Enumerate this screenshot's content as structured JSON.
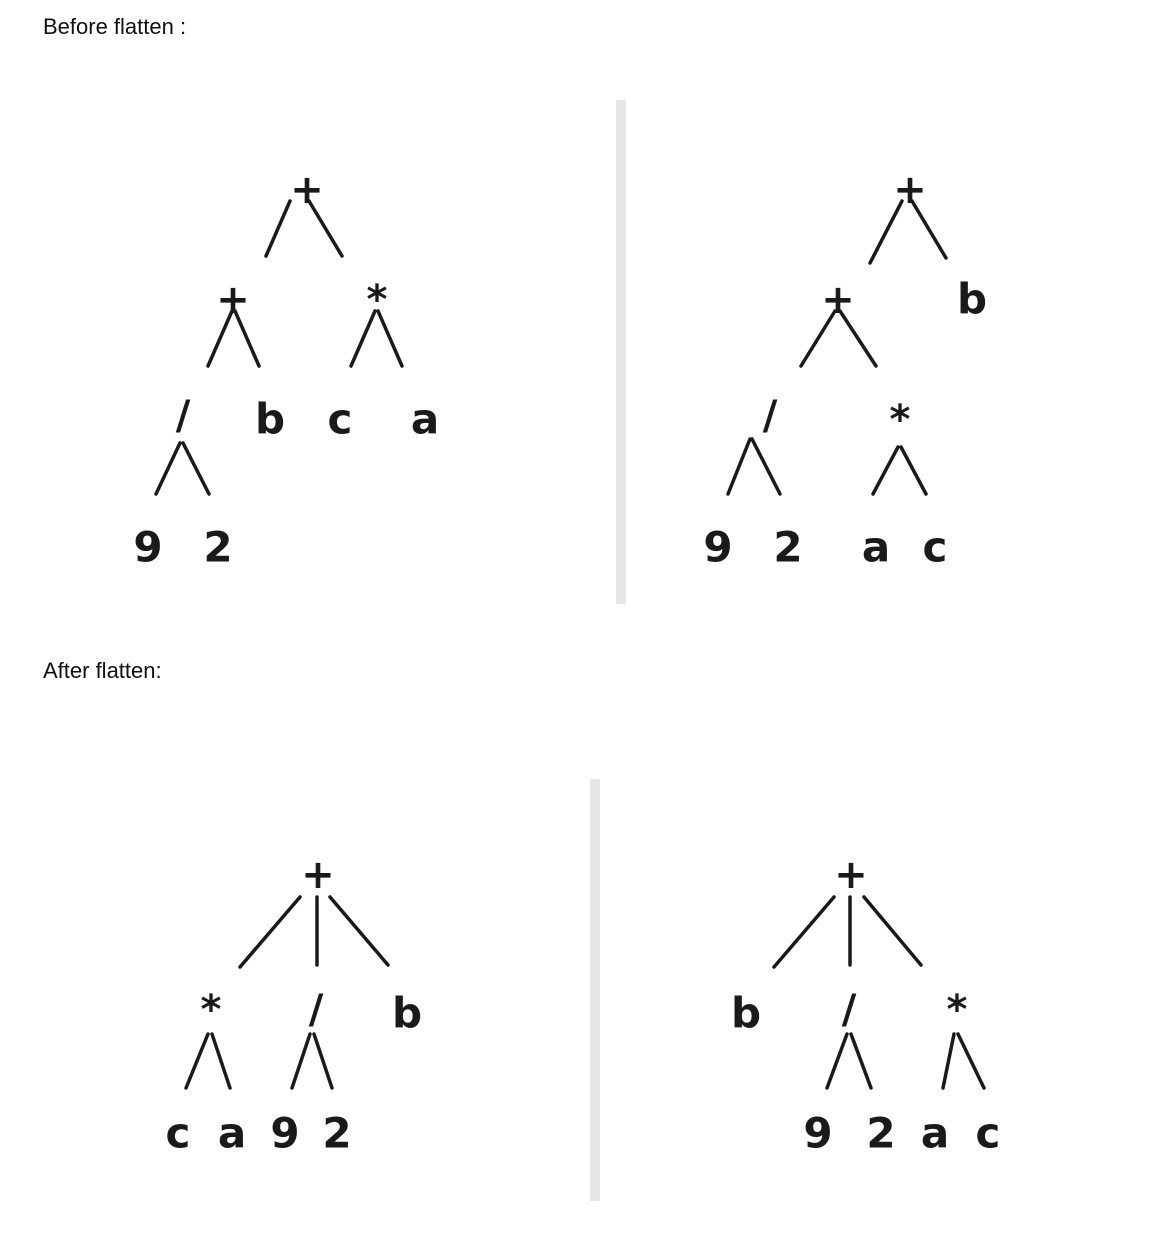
{
  "labels": {
    "before": "Before flatten :",
    "after": "After flatten:"
  },
  "trees": {
    "before_left": {
      "nodes": [
        {
          "id": "root",
          "text": "+",
          "kind": "op"
        },
        {
          "id": "plus",
          "text": "+",
          "kind": "op"
        },
        {
          "id": "mul",
          "text": "*",
          "kind": "op"
        },
        {
          "id": "div",
          "text": "/",
          "kind": "op"
        },
        {
          "id": "b",
          "text": "b",
          "kind": "leaf"
        },
        {
          "id": "c",
          "text": "c",
          "kind": "leaf"
        },
        {
          "id": "a",
          "text": "a",
          "kind": "leaf"
        },
        {
          "id": "n9",
          "text": "9",
          "kind": "leaf"
        },
        {
          "id": "n2",
          "text": "2",
          "kind": "leaf"
        }
      ]
    },
    "before_right": {
      "nodes": [
        {
          "id": "root",
          "text": "+",
          "kind": "op"
        },
        {
          "id": "plus",
          "text": "+",
          "kind": "op"
        },
        {
          "id": "b",
          "text": "b",
          "kind": "leaf"
        },
        {
          "id": "div",
          "text": "/",
          "kind": "op"
        },
        {
          "id": "mul",
          "text": "*",
          "kind": "op"
        },
        {
          "id": "n9",
          "text": "9",
          "kind": "leaf"
        },
        {
          "id": "n2",
          "text": "2",
          "kind": "leaf"
        },
        {
          "id": "a",
          "text": "a",
          "kind": "leaf"
        },
        {
          "id": "c",
          "text": "c",
          "kind": "leaf"
        }
      ]
    },
    "after_left": {
      "nodes": [
        {
          "id": "root",
          "text": "+",
          "kind": "op"
        },
        {
          "id": "mul",
          "text": "*",
          "kind": "op"
        },
        {
          "id": "div",
          "text": "/",
          "kind": "op"
        },
        {
          "id": "b",
          "text": "b",
          "kind": "leaf"
        },
        {
          "id": "c",
          "text": "c",
          "kind": "leaf"
        },
        {
          "id": "a",
          "text": "a",
          "kind": "leaf"
        },
        {
          "id": "n9",
          "text": "9",
          "kind": "leaf"
        },
        {
          "id": "n2",
          "text": "2",
          "kind": "leaf"
        }
      ]
    },
    "after_right": {
      "nodes": [
        {
          "id": "root",
          "text": "+",
          "kind": "op"
        },
        {
          "id": "b",
          "text": "b",
          "kind": "leaf"
        },
        {
          "id": "div",
          "text": "/",
          "kind": "op"
        },
        {
          "id": "mul",
          "text": "*",
          "kind": "op"
        },
        {
          "id": "n9",
          "text": "9",
          "kind": "leaf"
        },
        {
          "id": "n2",
          "text": "2",
          "kind": "leaf"
        },
        {
          "id": "a",
          "text": "a",
          "kind": "leaf"
        },
        {
          "id": "c",
          "text": "c",
          "kind": "leaf"
        }
      ]
    }
  }
}
